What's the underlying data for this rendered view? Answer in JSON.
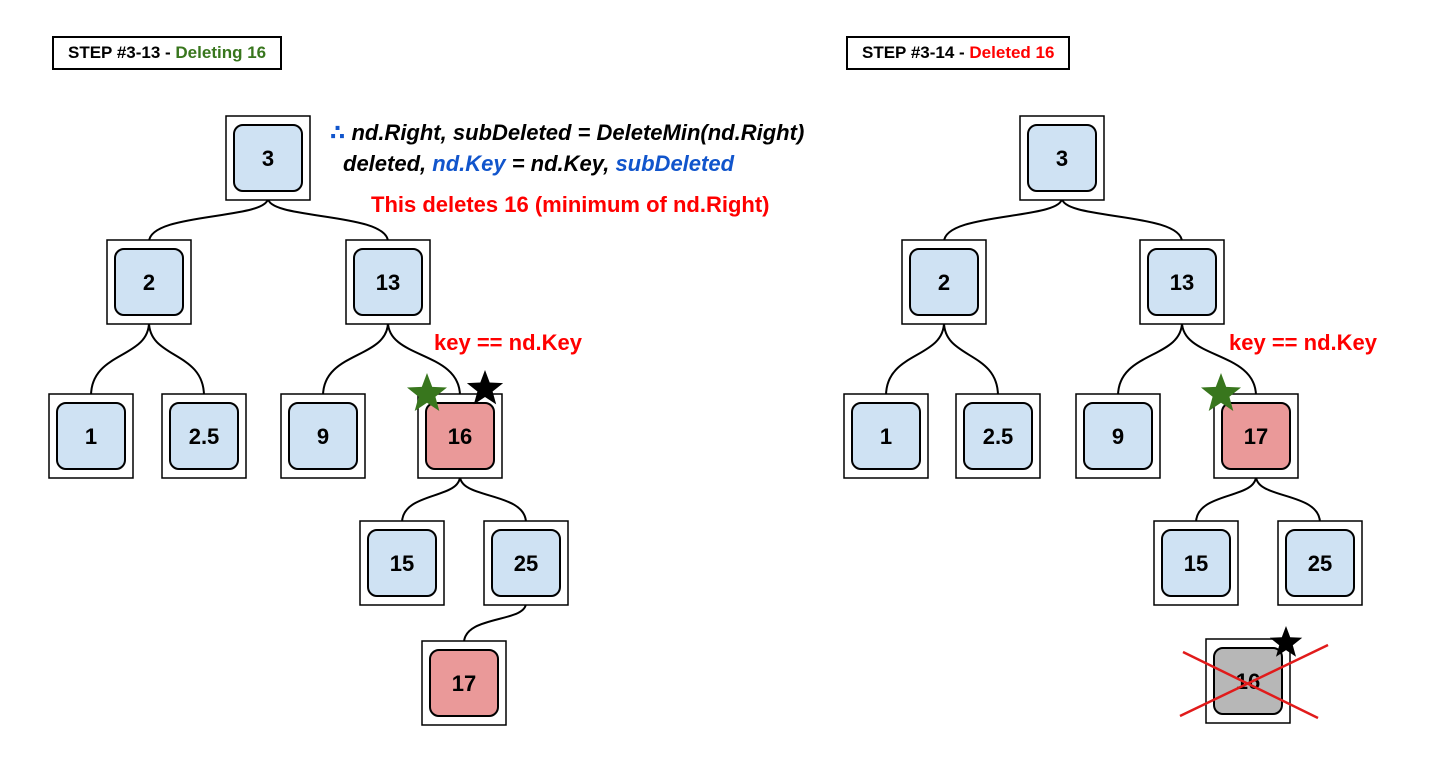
{
  "steps": {
    "left": {
      "prefix": "STEP #3-13 - ",
      "label": "Deleting 16",
      "label_color": "#38761d"
    },
    "right": {
      "prefix": "STEP #3-14 - ",
      "label": "Deleted 16",
      "label_color": "#ff0000"
    }
  },
  "code": {
    "therefore_symbol": "∴",
    "line1": "nd.Right, subDeleted = DeleteMin(nd.Right)",
    "line2_a": "deleted, ",
    "line2_b": "nd.Key",
    "line2_c": " = nd.Key, ",
    "line2_d": "subDeleted"
  },
  "notes": {
    "deletes": "This deletes 16 (minimum of nd.Right)",
    "key_eq_left": "key == nd.Key",
    "key_eq_right": "key == nd.Key"
  },
  "colors": {
    "node_fill": "#cfe2f3",
    "highlight_fill": "#ea9999",
    "deleted_fill": "#b7b7b7",
    "green_star": "#38761d",
    "black_star": "#000000",
    "cross": "#e11b1b"
  },
  "left_tree": {
    "root": "3",
    "n2": "2",
    "n13": "13",
    "n1": "1",
    "n2_5": "2.5",
    "n9": "9",
    "n16": "16",
    "n15": "15",
    "n25": "25",
    "n17": "17"
  },
  "right_tree": {
    "root": "3",
    "n2": "2",
    "n13": "13",
    "n1": "1",
    "n2_5": "2.5",
    "n9": "9",
    "n17": "17",
    "n15": "15",
    "n25": "25",
    "removed": "16"
  }
}
